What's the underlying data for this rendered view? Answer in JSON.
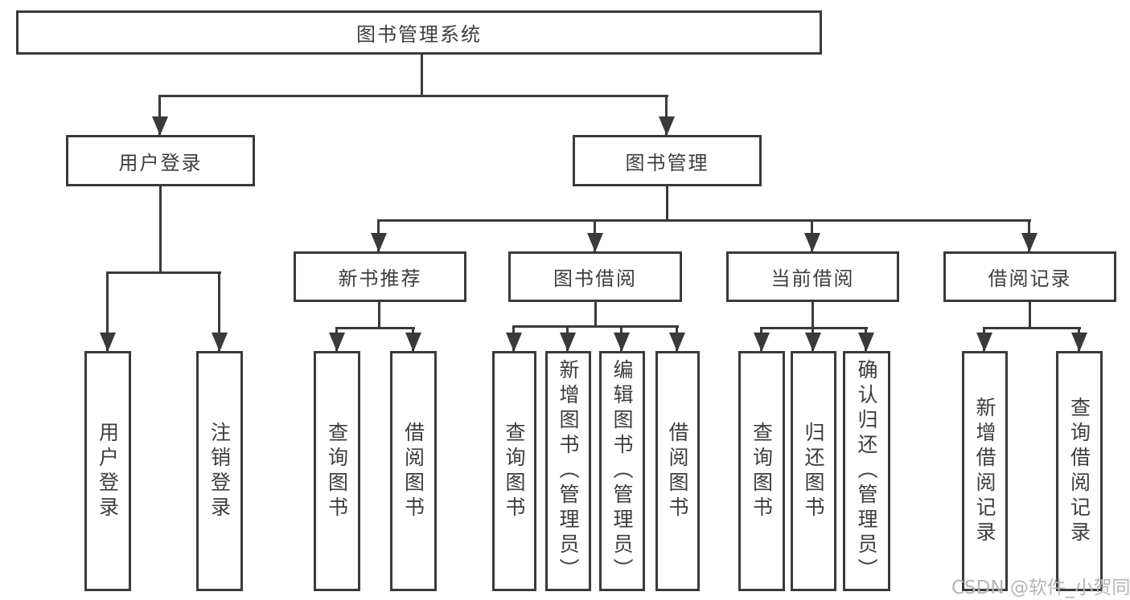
{
  "diagram_type": "hierarchy",
  "tree": {
    "root": "图书管理系统",
    "level2": [
      {
        "label": "用户登录",
        "leaves": [
          "用户登录",
          "注销登录"
        ]
      },
      {
        "label": "图书管理",
        "groups": [
          {
            "label": "新书推荐",
            "leaves": [
              "查询图书",
              "借阅图书"
            ]
          },
          {
            "label": "图书借阅",
            "leaves": [
              "查询图书",
              "新增图书（管理员）",
              "编辑图书（管理员）",
              "借阅图书"
            ]
          },
          {
            "label": "当前借阅",
            "leaves": [
              "查询图书",
              "归还图书",
              "确认归还（管理员）"
            ]
          },
          {
            "label": "借阅记录",
            "leaves": [
              "新增借阅记录",
              "查询借阅记录"
            ]
          }
        ]
      }
    ]
  },
  "watermark": {
    "text": "CSDN @软件_小贺同学"
  },
  "colors": {
    "line": "#3a3a3a",
    "text": "#3d3d3d",
    "watermark": "#b5b5b5",
    "background": "#ffffff"
  }
}
